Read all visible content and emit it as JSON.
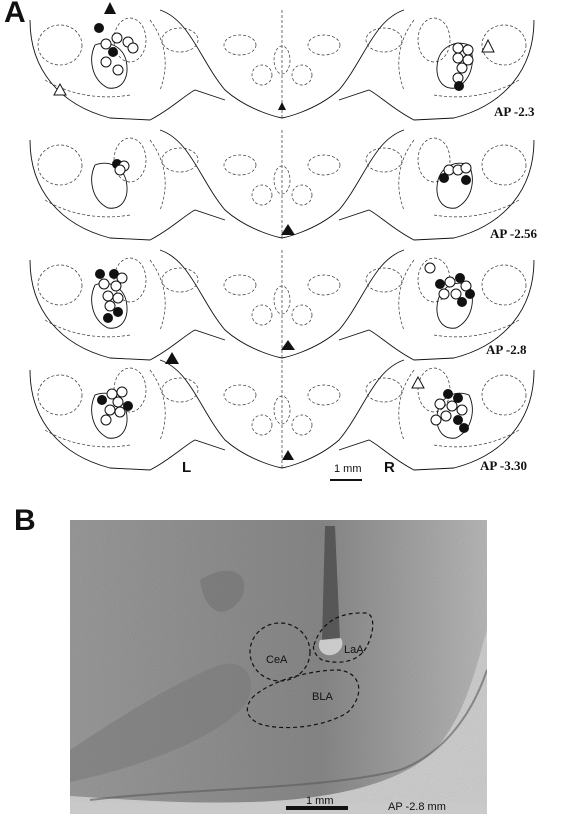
{
  "panel_a": {
    "letter": "A",
    "sections": [
      {
        "ap_label": "AP -2.3"
      },
      {
        "ap_label": "AP -2.56"
      },
      {
        "ap_label": "AP -2.8"
      },
      {
        "ap_label": "AP -3.30"
      }
    ],
    "left_label": "L",
    "right_label": "R",
    "scale_label": "1 mm"
  },
  "panel_b": {
    "letter": "B",
    "region_labels": {
      "cea": "CeA",
      "laa": "LaA",
      "bla": "BLA"
    },
    "scale_label": "1 mm",
    "ap_label": "AP -2.8 mm"
  },
  "colors": {
    "ink": "#111111",
    "tissue": "#8a8a8a",
    "tissue_dark": "#5e5e5e",
    "background": "#ffffff"
  }
}
